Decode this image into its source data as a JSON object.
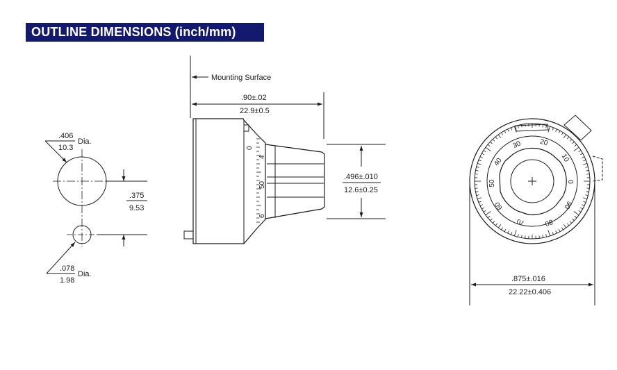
{
  "header": {
    "title": "OUTLINE DIMENSIONS (inch/mm)"
  },
  "hole_view": {
    "large_hole": {
      "inch": ".406",
      "mm": "10.3",
      "unit": "Dia."
    },
    "small_hole": {
      "inch": ".078",
      "mm": "1.98",
      "unit": "Dia."
    },
    "spacing": {
      "inch": ".375",
      "mm": "9.53"
    }
  },
  "side_view": {
    "mounting_label": "Mounting Surface",
    "length": {
      "inch": ".90±.02",
      "mm": "22.9±0.5"
    },
    "knob_dia": {
      "inch": ".496±.010",
      "mm": "12.6±0.25"
    },
    "scale_marks": [
      "0",
      "4",
      "50",
      "6"
    ]
  },
  "front_view": {
    "diameter": {
      "inch": ".875±.016",
      "mm": "22.22±0.406"
    },
    "dial_numbers": [
      "0",
      "10",
      "20",
      "30",
      "40",
      "50",
      "60",
      "70",
      "80",
      "90"
    ]
  },
  "colors": {
    "banner": "#131a6d",
    "line": "#1a1a1a"
  }
}
